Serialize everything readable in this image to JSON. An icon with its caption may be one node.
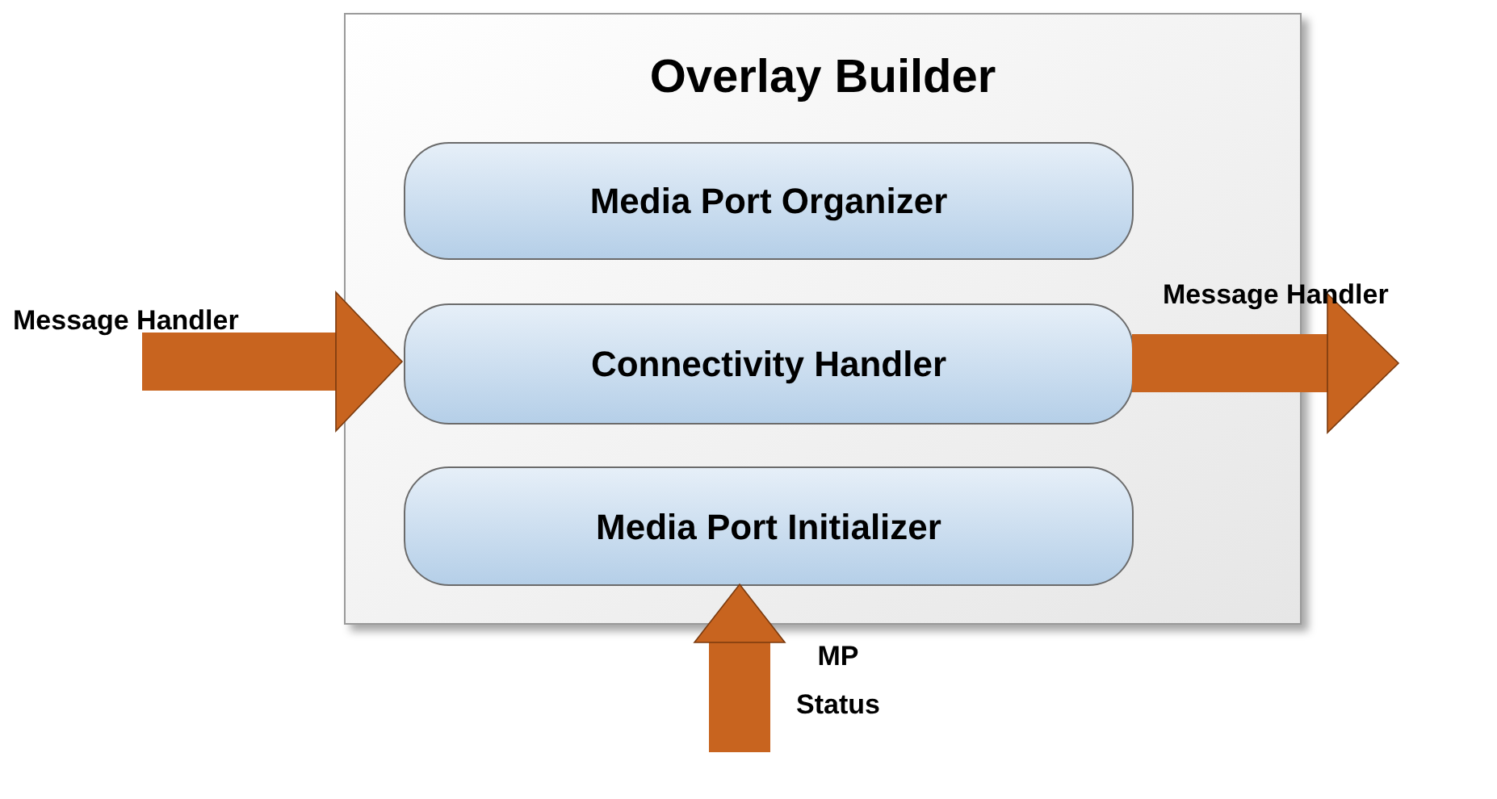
{
  "diagram": {
    "nodes": [
      {
        "text": [
          "Overlay Builder"
        ]
      },
      {
        "text": [
          "Media Port Organizer"
        ],
        "in": 0
      },
      {
        "text": [
          "Connectivity Handler"
        ],
        "in": 0
      },
      {
        "text": [
          "Media Port Initializer"
        ],
        "in": 0
      }
    ],
    "edges": [
      {
        "from": null,
        "to": 2,
        "arrow": "to",
        "label": "Message Handler"
      },
      {
        "from": 2,
        "to": null,
        "arrow": "to",
        "label": "Message Handler"
      },
      {
        "from": null,
        "to": 3,
        "arrow": "to",
        "label": "MP Status"
      }
    ]
  }
}
